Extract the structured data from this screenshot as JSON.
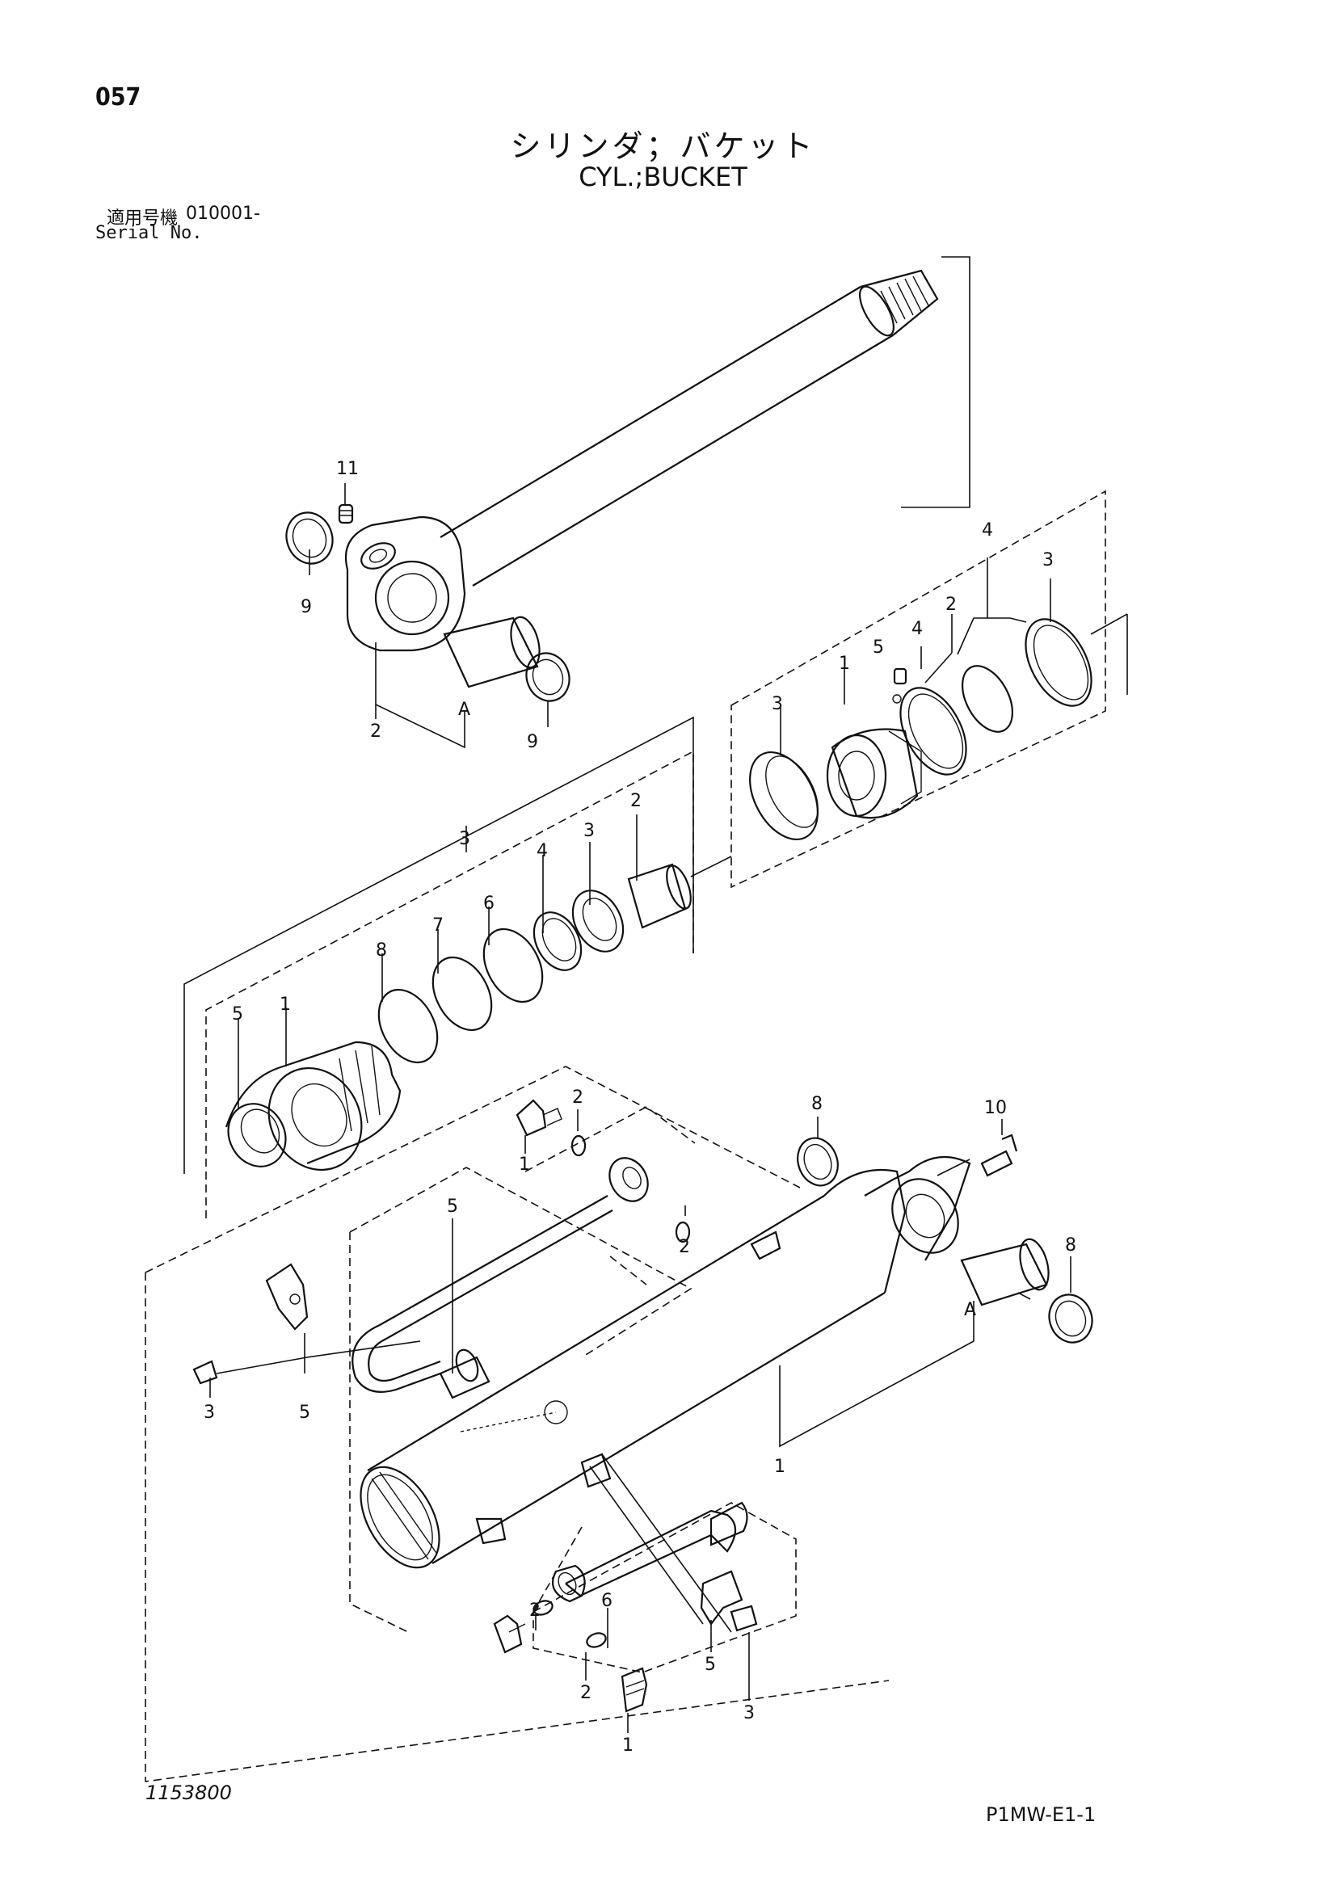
{
  "page_number": "057",
  "title_ja": "シリンダ；バケット",
  "title_en": "CYL.;BUCKET",
  "serial": {
    "label_ja": "適用号機",
    "value": "010001-",
    "label_en": "Serial No."
  },
  "drawing_number": "1153800",
  "sheet_code": "P1MW-E1-1",
  "callouts": {
    "rod_11": "11",
    "rod_9a": "9",
    "rod_9b": "9",
    "rod_2": "2",
    "rod_A": "A",
    "piston_group": "4",
    "piston_3a": "3",
    "piston_4": "4",
    "piston_2": "2",
    "piston_5": "5",
    "piston_1": "1",
    "piston_3b": "3",
    "head_group": "3",
    "head_2": "2",
    "head_3": "3",
    "head_4": "4",
    "head_6": "6",
    "head_7": "7",
    "head_8": "8",
    "head_1": "1",
    "head_5": "5",
    "tube_2a": "2",
    "tube_1a": "1",
    "tube_5": "5",
    "tube_2b": "2",
    "tube_8a": "8",
    "tube_10": "10",
    "tube_8b": "8",
    "tube_A": "A",
    "tube_1": "1",
    "tube_3a": "3",
    "tube_5b": "5",
    "tube_2c": "2",
    "tube_6": "6",
    "tube_2d": "2",
    "tube_5c": "5",
    "tube_3b": "3",
    "tube_1b": "1"
  }
}
